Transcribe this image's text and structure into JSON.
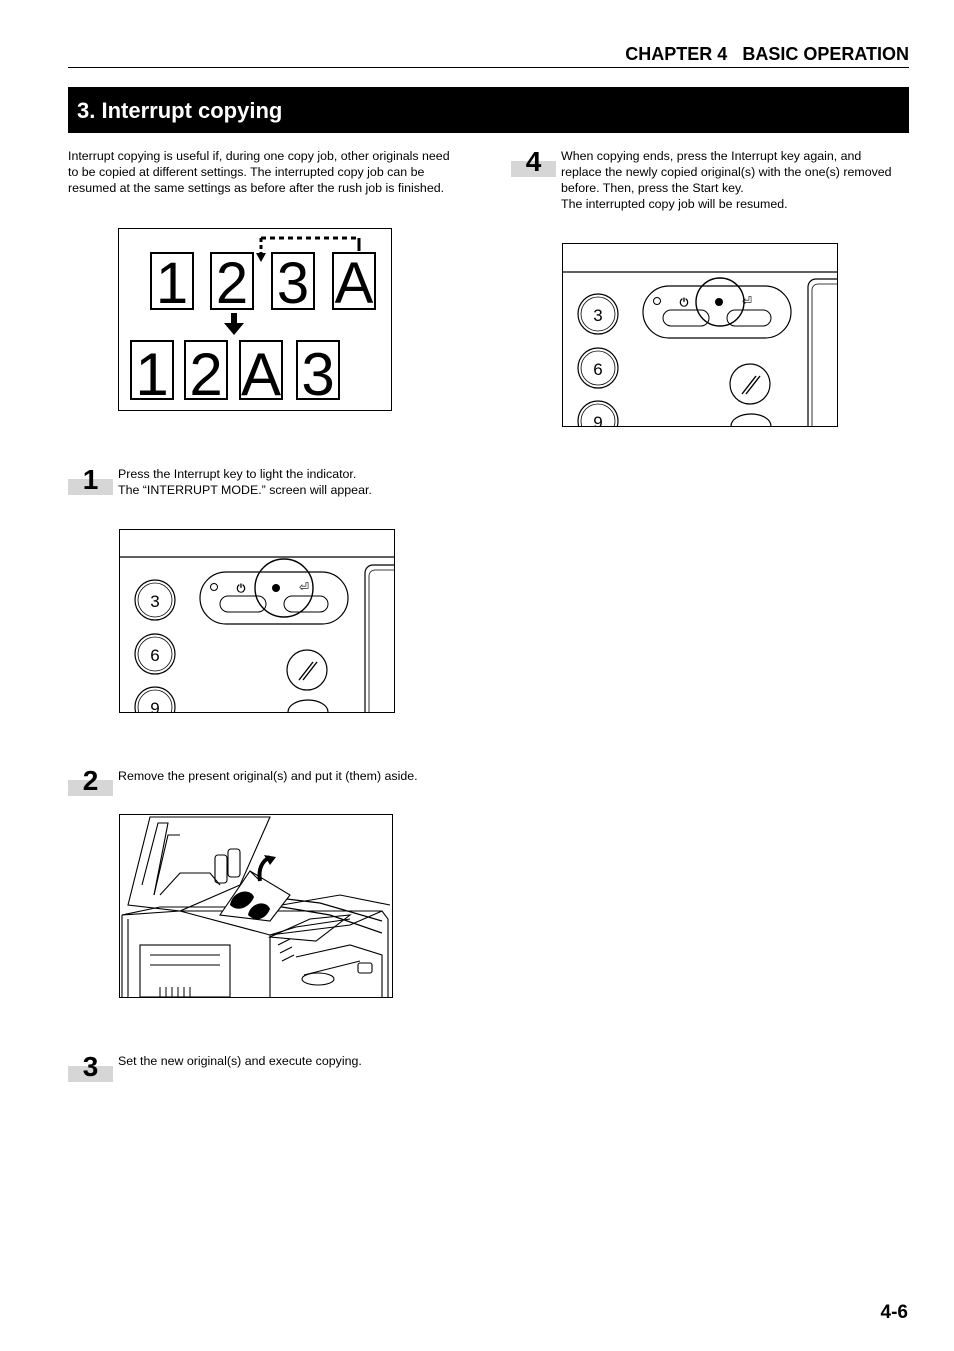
{
  "header": {
    "chapter": "CHAPTER 4   BASIC OPERATION"
  },
  "section": {
    "title": "3. Interrupt copying"
  },
  "intro": {
    "lines": [
      "Interrupt copying is useful if, during one copy job, other originals need",
      "to be copied at different settings. The interrupted copy job can be",
      "resumed at the same settings as before after the rush job is finished."
    ]
  },
  "diagram": {
    "top_row": [
      "1",
      "2",
      "3",
      "A"
    ],
    "bottom_row": [
      "1",
      "2",
      "A",
      "3"
    ]
  },
  "panel": {
    "keys": [
      "3",
      "6",
      "9"
    ]
  },
  "steps": [
    {
      "number": "1",
      "lines": [
        "Press the Interrupt key to light the indicator.",
        "The “INTERRUPT MODE.” screen will appear."
      ]
    },
    {
      "number": "2",
      "lines": [
        "Remove the present original(s) and put it (them) aside."
      ]
    },
    {
      "number": "3",
      "lines": [
        "Set the new original(s) and execute copying."
      ]
    },
    {
      "number": "4",
      "lines": [
        "When copying ends, press the Interrupt key again, and",
        "replace the newly copied original(s) with the one(s) removed",
        "before. Then, press the Start key.",
        "The interrupted copy job will be resumed."
      ]
    }
  ],
  "page_number": "4-6"
}
